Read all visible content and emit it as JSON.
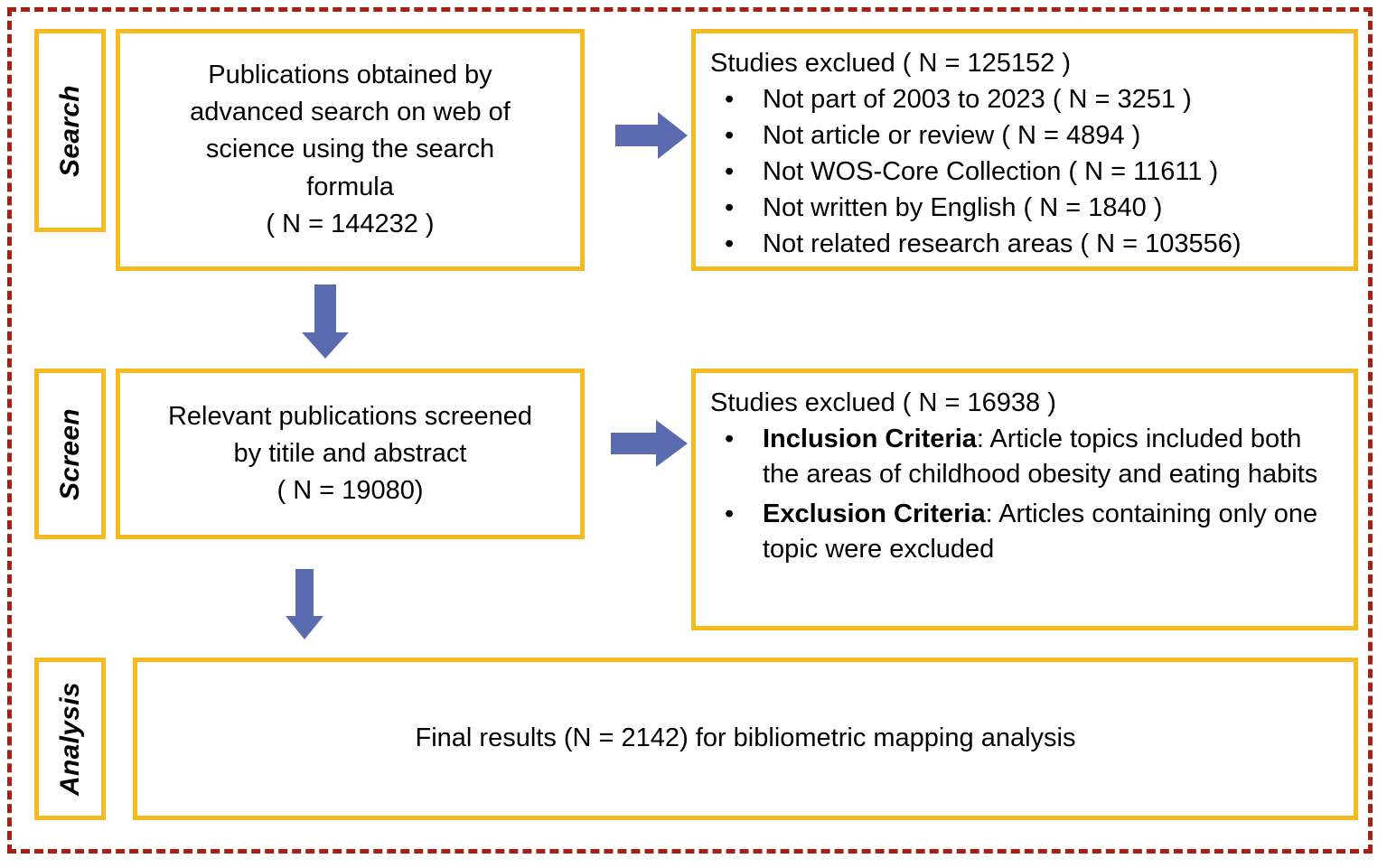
{
  "figure": {
    "type": "prisma-flow-diagram",
    "accent_box_color": "#F5B921",
    "arrow_color": "#5B6BB0",
    "frame_color": "#A81F14",
    "text_color": "#000000"
  },
  "stages": {
    "search": {
      "label": "Search"
    },
    "screen": {
      "label": "Screen"
    },
    "analysis": {
      "label": "Analysis"
    }
  },
  "boxes": {
    "search_source": {
      "lines": [
        "Publications obtained by",
        "advanced search on web of",
        "science using the search",
        "formula",
        "( N = 144232 )"
      ]
    },
    "search_excluded": {
      "heading": "Studies exclued ( N = 125152 )",
      "bullet": "•",
      "items": [
        "Not part of 2003 to 2023  ( N = 3251 )",
        "Not article or review ( N = 4894 )",
        "Not WOS-Core Collection ( N = 11611 )",
        "Not written by English ( N = 1840 )",
        "Not related research areas ( N = 103556)"
      ]
    },
    "screen_source": {
      "lines": [
        "Relevant publications screened",
        "by titile and abstract",
        "( N = 19080)"
      ]
    },
    "screen_excluded": {
      "heading": "Studies exclued ( N = 16938 )",
      "bullet": "•",
      "items": [
        {
          "name": "Inclusion Criteria",
          "text": ": Article topics included both the areas of childhood obesity and eating habits"
        },
        {
          "name": "Exclusion Criteria",
          "text": ": Articles containing only one topic were excluded"
        }
      ]
    },
    "final_result": {
      "text": "Final results (N = 2142) for bibliometric mapping analysis"
    }
  },
  "arrows": {
    "search_to_excluded": {
      "direction": "right"
    },
    "search_to_screen": {
      "direction": "down"
    },
    "screen_to_excluded": {
      "direction": "right"
    },
    "screen_to_analysis": {
      "direction": "down"
    }
  }
}
